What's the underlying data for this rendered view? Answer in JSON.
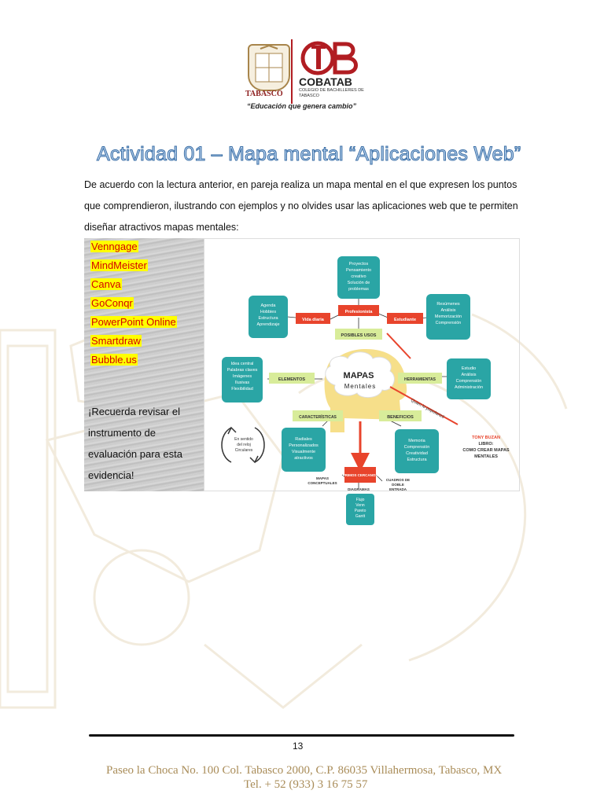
{
  "header": {
    "seal_label": "TABASCO",
    "org_name": "COBATAB",
    "org_sub": "COLEGIO DE BACHILLERES DE TABASCO",
    "slogan": "“Educación que genera cambio”"
  },
  "title": "Actividad 01 – Mapa mental “Aplicaciones Web”",
  "instructions": "De acuerdo con la lectura anterior, en pareja realiza un mapa mental en el que expresen los puntos que comprendieron, ilustrando con ejemplos y no olvides usar las aplicaciones web que te permiten diseñar atractivos mapas mentales:",
  "apps": [
    "Venngage",
    "MindMeister",
    "Canva",
    "GoConqr",
    "PowerPoint Online",
    "Smartdraw",
    "Bubble.us"
  ],
  "reminder": "¡Recuerda revisar el instrumento de evaluación para esta evidencia!",
  "mindmap": {
    "center": {
      "title": "MAPAS",
      "subtitle": "Mentales"
    },
    "tags": {
      "posibles_usos": "POSIBLES USOS",
      "profesionista": "Profesionista",
      "vida_diaria": "Vida diaria",
      "estudiante": "Estudiante",
      "elementos": "ELEMENTOS",
      "herramientas": "HERRAMIENTAS",
      "caracteristicas": "CARACTERÍSTICAS",
      "beneficios": "BENEFICIOS",
      "primos": "PRIMOS CERCANOS"
    },
    "boxes": {
      "proyectos": [
        "Proyectos",
        "Pensamiento",
        "creativo",
        "Solución de",
        "problemas"
      ],
      "agenda": [
        "Agenda",
        "Hobbies",
        "Estructura",
        "Aprendizaje"
      ],
      "resumenes": [
        "Resúmenes",
        "Análisis",
        "Memorización",
        "Comprensión"
      ],
      "idea": [
        "Idea central",
        "Palabras claves",
        "Imágenes",
        "Ilusivas",
        "Flexibilidad"
      ],
      "estudio": [
        "Estudio",
        "Análisis",
        "Comprensión",
        "Administración"
      ],
      "radiales": [
        "Radiales",
        "Personalizados",
        "Visualmente",
        "atractivos"
      ],
      "memoria": [
        "Memoria",
        "Comprensión",
        "Creatividad",
        "Estructura"
      ],
      "flujo": [
        "Flujo",
        "Venn",
        "Pareto",
        "Gantt"
      ]
    },
    "cycle": [
      "En sentido",
      "del reloj",
      "Circulares"
    ],
    "quien": "Quien lo popularizó",
    "book": [
      "TONY BUZAN",
      "LIBRO:",
      "COMO CREAR MAPAS",
      "MENTALES"
    ],
    "mapas_conceptuales": [
      "MAPAS",
      "CONCEPTUALES"
    ],
    "cuadros": [
      "CUADROS DE",
      "DOBLE",
      "ENTRADA"
    ],
    "diagramas": "DIAGRAMAS"
  },
  "page_number": "13",
  "footer": {
    "address": "Paseo la Choca No. 100 Col. Tabasco 2000, C.P. 86035 Villahermosa, Tabasco, MX",
    "phone": "Tel. + 52 (933) 3 16 75 57"
  },
  "colors": {
    "teal": "#2aa5a5",
    "tag_red": "#e8442c",
    "tag_green": "#d8ec9a",
    "brand_red": "#b11d22",
    "footer": "#a98c58"
  }
}
